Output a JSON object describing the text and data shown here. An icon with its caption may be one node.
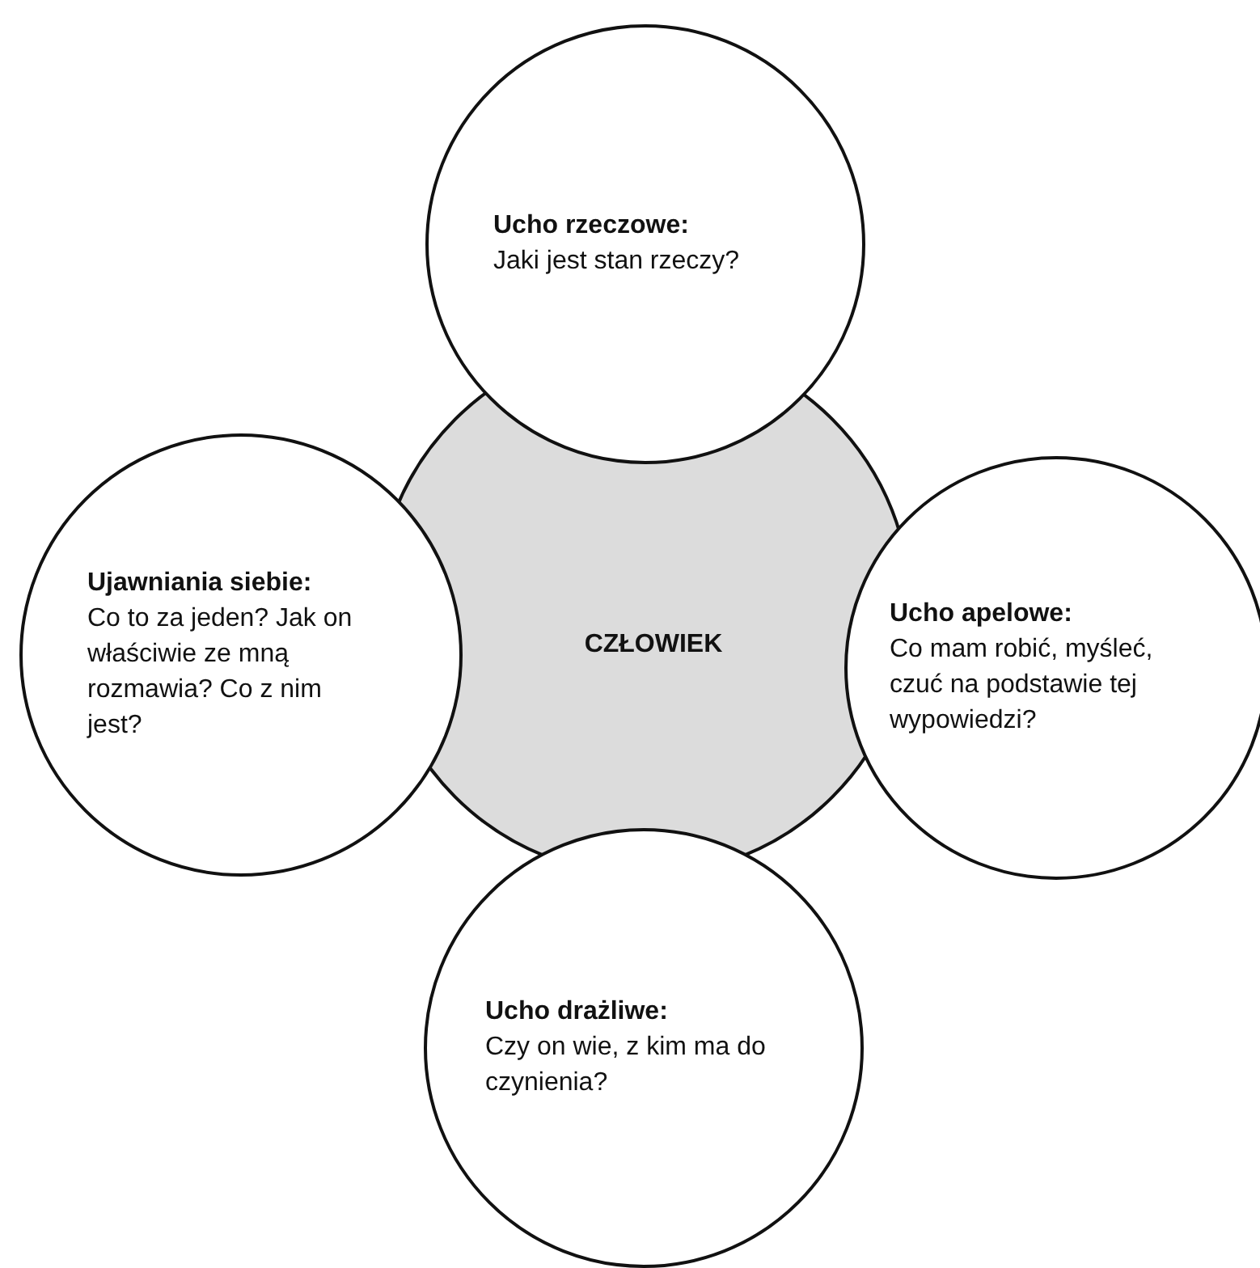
{
  "diagram": {
    "nodes": [
      {
        "text": [
          "Ucho rzeczowe:",
          "Jaki jest stan rzeczy?"
        ]
      },
      {
        "text": [
          "Ujawniania siebie:",
          "Co to za jeden? Jak on właściwie ze mną rozmawia? Co z nim jest?"
        ]
      },
      {
        "text": [
          "CZŁOWIEK"
        ]
      },
      {
        "text": [
          "Ucho apelowe:",
          "Co mam robić, myśleć, czuć na podstawie tej wypowiedzi?"
        ]
      },
      {
        "text": [
          "Ucho drażliwe:",
          "Czy on wie, z kim ma do czynienia?"
        ]
      }
    ]
  }
}
